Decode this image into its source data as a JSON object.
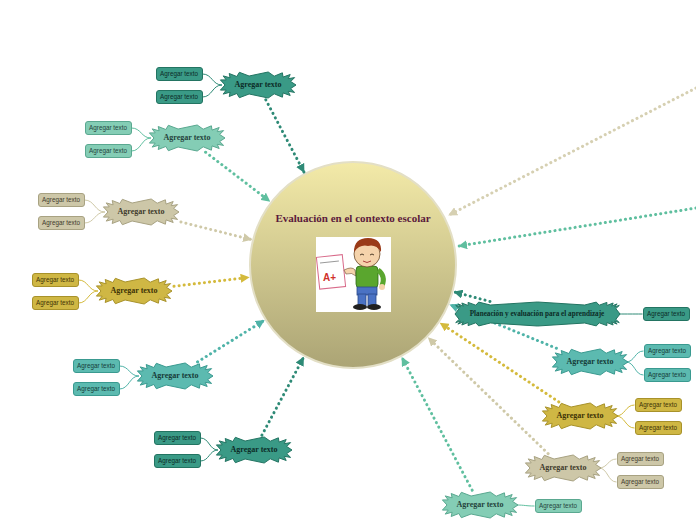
{
  "diagram": {
    "nodes": [
      {
        "text": [
          "Evaluación en el contexto escolar"
        ]
      },
      {
        "text": [
          "Agregar texto"
        ]
      },
      {
        "text": [
          "Agregar texto"
        ]
      },
      {
        "text": [
          "Agregar texto"
        ]
      },
      {
        "text": [
          "Agregar texto"
        ]
      },
      {
        "text": [
          "Agregar texto"
        ]
      },
      {
        "text": [
          "Agregar texto"
        ]
      },
      {
        "text": [
          "Agregar texto"
        ]
      },
      {
        "text": [
          "Agregar texto"
        ]
      },
      {
        "text": [
          "Agregar texto"
        ]
      },
      {
        "text": [
          "Agregar texto"
        ]
      },
      {
        "text": [
          "Agregar texto"
        ]
      },
      {
        "text": [
          "Agregar texto"
        ]
      },
      {
        "text": [
          "Agregar texto"
        ]
      },
      {
        "text": [
          "Agregar texto"
        ]
      },
      {
        "text": [
          "Agregar texto"
        ]
      },
      {
        "text": [
          "Agregar texto"
        ]
      },
      {
        "text": [
          "Agregar texto"
        ]
      },
      {
        "text": [
          "Agregar texto"
        ]
      },
      {
        "text": [
          "Planeación y evaluación para el aprendizaje"
        ]
      },
      {
        "text": [
          "Agregar texto"
        ]
      },
      {
        "text": [
          "Agregar texto"
        ]
      },
      {
        "text": [
          "Agregar texto"
        ]
      },
      {
        "text": [
          "Agregar texto"
        ]
      },
      {
        "text": [
          "Agregar texto"
        ]
      },
      {
        "text": [
          "Agregar texto"
        ]
      },
      {
        "text": [
          "Agregar texto"
        ]
      },
      {
        "text": [
          "Agregar texto"
        ]
      },
      {
        "text": [
          "Agregar texto"
        ]
      },
      {
        "text": [
          "Agregar texto"
        ]
      },
      {
        "text": [
          "Agregar texto"
        ]
      },
      {
        "text": [
          "Agregar texto"
        ]
      }
    ],
    "edges": [
      {
        "from": 1,
        "to": 0,
        "arrow": "to"
      },
      {
        "from": 1,
        "to": 2,
        "arrow": "none"
      },
      {
        "from": 1,
        "to": 3,
        "arrow": "none"
      },
      {
        "from": 4,
        "to": 0,
        "arrow": "to"
      },
      {
        "from": 4,
        "to": 5,
        "arrow": "none"
      },
      {
        "from": 4,
        "to": 6,
        "arrow": "none"
      },
      {
        "from": 7,
        "to": 0,
        "arrow": "to"
      },
      {
        "from": 7,
        "to": 8,
        "arrow": "none"
      },
      {
        "from": 7,
        "to": 9,
        "arrow": "none"
      },
      {
        "from": 10,
        "to": 0,
        "arrow": "to"
      },
      {
        "from": 10,
        "to": 11,
        "arrow": "none"
      },
      {
        "from": 10,
        "to": 12,
        "arrow": "none"
      },
      {
        "from": 13,
        "to": 0,
        "arrow": "to"
      },
      {
        "from": 13,
        "to": 14,
        "arrow": "none"
      },
      {
        "from": 13,
        "to": 15,
        "arrow": "none"
      },
      {
        "from": 16,
        "to": 0,
        "arrow": "to"
      },
      {
        "from": 16,
        "to": 17,
        "arrow": "none"
      },
      {
        "from": 16,
        "to": 18,
        "arrow": "none"
      },
      {
        "from": 19,
        "to": 0,
        "arrow": "to"
      },
      {
        "from": 19,
        "to": 20,
        "arrow": "none"
      },
      {
        "from": 21,
        "to": 0,
        "arrow": "to"
      },
      {
        "from": 21,
        "to": 22,
        "arrow": "none"
      },
      {
        "from": 21,
        "to": 23,
        "arrow": "none"
      },
      {
        "from": 24,
        "to": 0,
        "arrow": "to"
      },
      {
        "from": 24,
        "to": 25,
        "arrow": "none"
      },
      {
        "from": 24,
        "to": 26,
        "arrow": "none"
      },
      {
        "from": 27,
        "to": 0,
        "arrow": "to"
      },
      {
        "from": 27,
        "to": 28,
        "arrow": "none"
      },
      {
        "from": 27,
        "to": 29,
        "arrow": "none"
      },
      {
        "from": 30,
        "to": 0,
        "arrow": "to"
      },
      {
        "from": 30,
        "to": 31,
        "arrow": "none"
      }
    ],
    "labels": [
      "A+"
    ]
  }
}
